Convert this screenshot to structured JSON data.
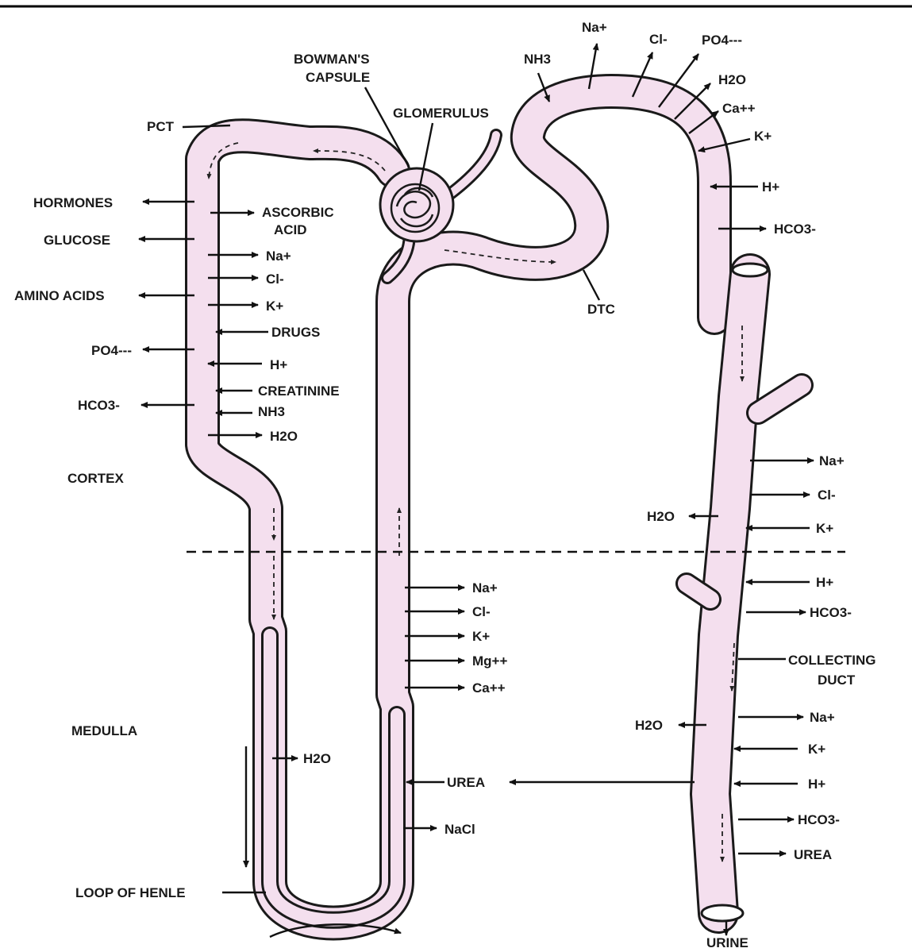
{
  "diagram": {
    "labels": {
      "pct": "PCT",
      "bowmans_1": "BOWMAN'S",
      "bowmans_2": "CAPSULE",
      "glomerulus": "GLOMERULUS",
      "dtc": "DTC",
      "cortex": "CORTEX",
      "medulla": "MEDULLA",
      "loop_of_henle": "LOOP OF HENLE",
      "collecting_1": "COLLECTING",
      "collecting_2": "DUCT",
      "urine": "URINE"
    },
    "pct": {
      "left": [
        "HORMONES",
        "GLUCOSE",
        "AMINO ACIDS",
        "PO4---",
        "HCO3-"
      ],
      "right_out": [
        "ASCORBIC",
        "ACID",
        "Na+",
        "Cl-",
        "K+",
        "H2O"
      ],
      "right_in": [
        "DRUGS",
        "H+",
        "CREATININE",
        "NH3"
      ]
    },
    "ascending_limb": [
      "Na+",
      "Cl-",
      "K+",
      "Mg++",
      "Ca++",
      "NaCl"
    ],
    "descending_limb": [
      "H2O"
    ],
    "urea_transfer": "UREA",
    "dtc_top": {
      "in": [
        "NH3"
      ],
      "out": [
        "Na+",
        "Cl-",
        "PO4---",
        "H2O",
        "Ca++"
      ],
      "in_side": [
        "K+",
        "H+"
      ],
      "out_side": [
        "HCO3-"
      ]
    },
    "collecting_duct_upper": {
      "right": [
        "Na+",
        "Cl-",
        "K+",
        "H+",
        "HCO3-"
      ],
      "left": [
        "H2O"
      ]
    },
    "collecting_duct_lower": {
      "right": [
        "Na+",
        "K+",
        "H+",
        "HCO3-",
        "UREA"
      ],
      "left": [
        "H2O"
      ]
    }
  }
}
